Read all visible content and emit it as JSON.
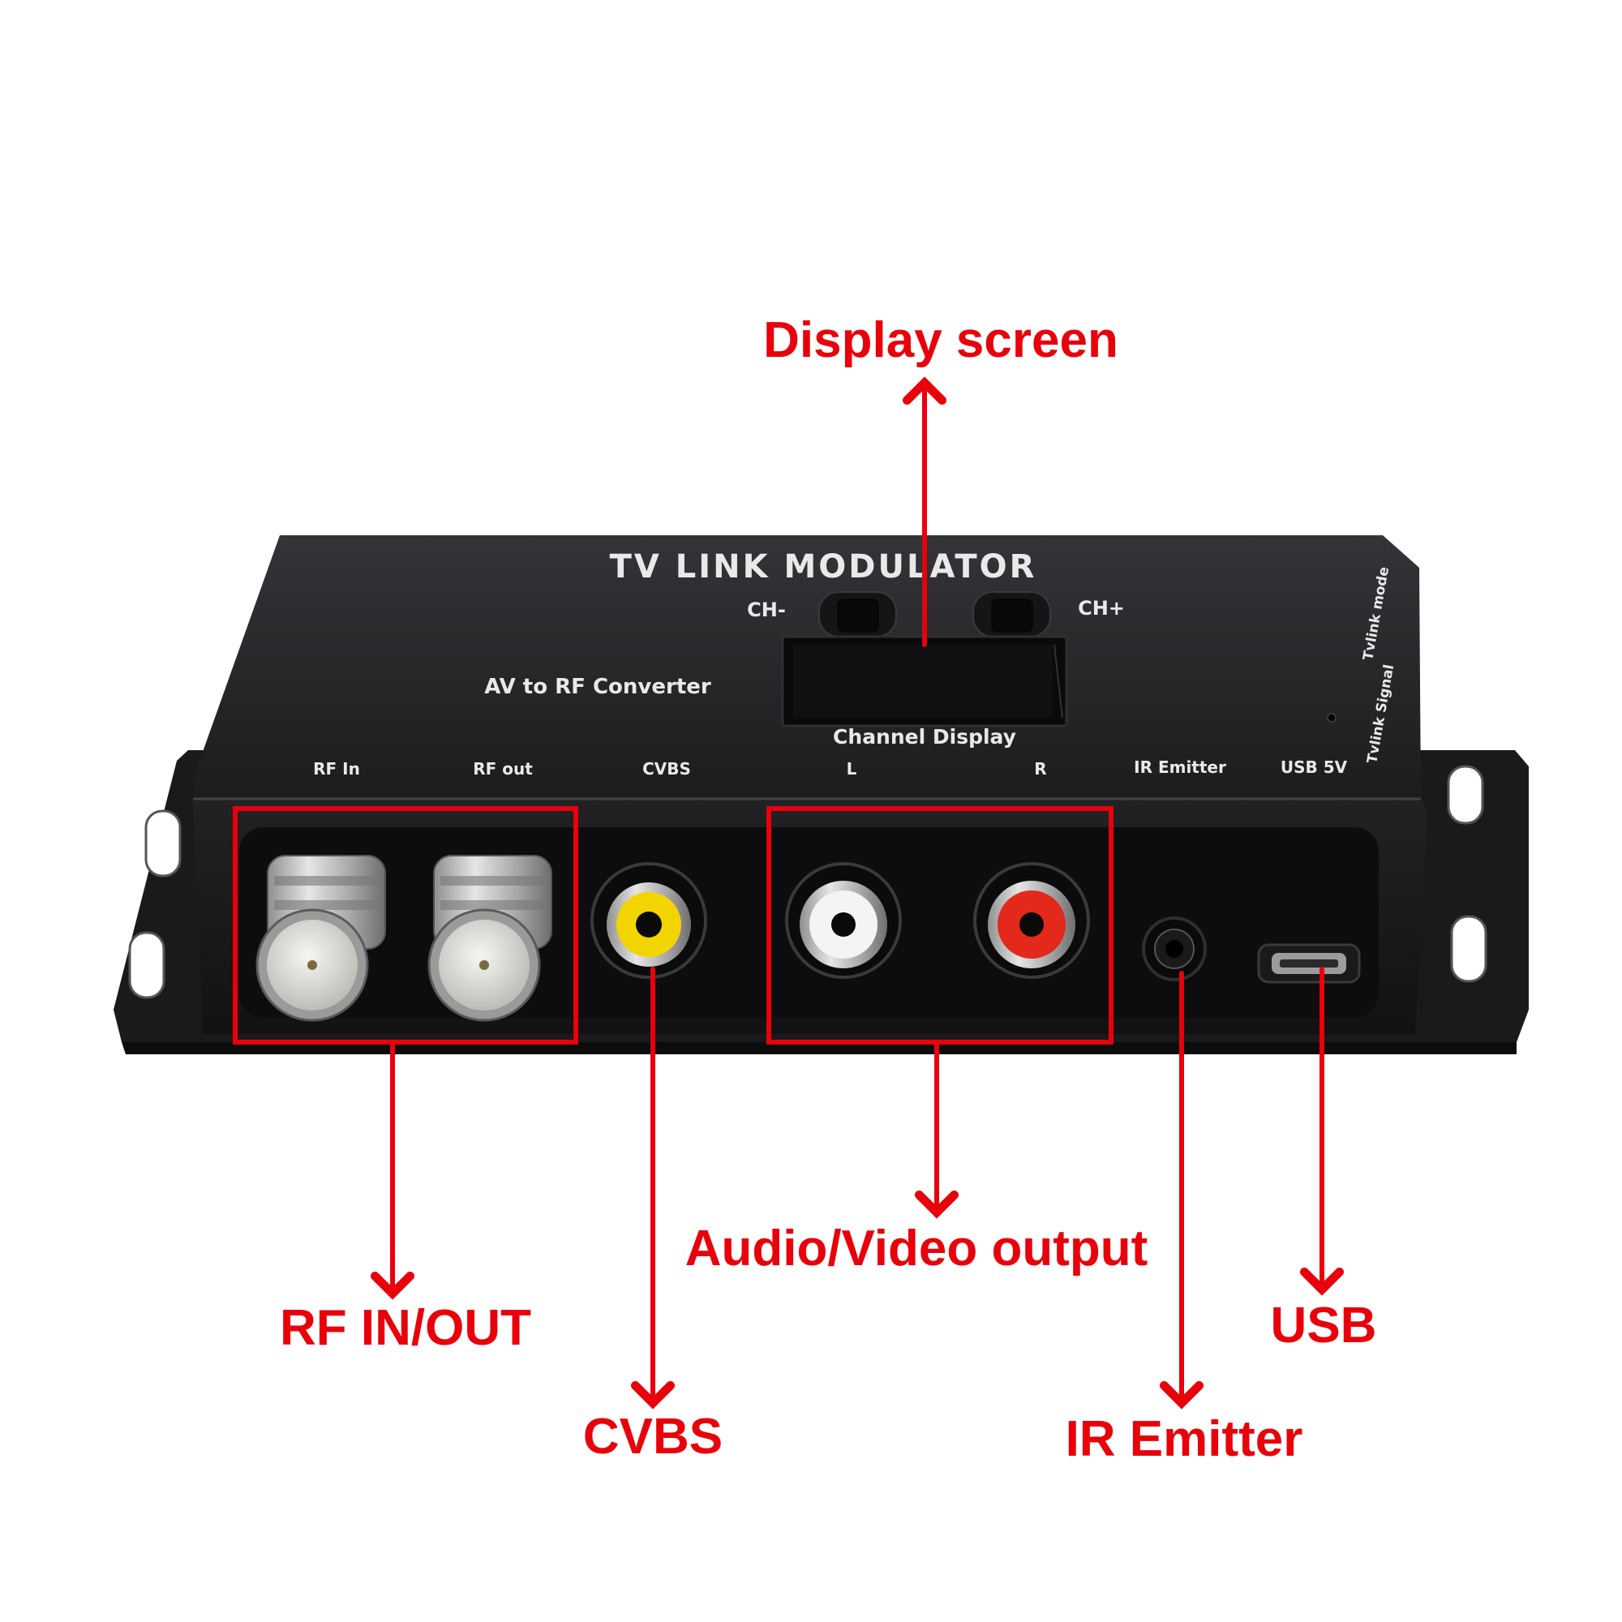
{
  "device": {
    "title": "TV LINK MODULATOR",
    "subtitle": "AV to RF Converter",
    "ch_minus": "CH-",
    "ch_plus": "CH+",
    "display_label": "Channel Display",
    "side_label_1": "Tvlink Signal",
    "side_label_2": "Tvlink mode",
    "ports": {
      "rf_in": "RF In",
      "rf_out": "RF out",
      "cvbs": "CVBS",
      "left": "L",
      "right": "R",
      "ir": "IR Emitter",
      "usb": "USB 5V"
    }
  },
  "callouts": {
    "display": "Display screen",
    "rf": "RF IN/OUT",
    "cvbs": "CVBS",
    "av": "Audio/Video output",
    "ir": "IR Emitter",
    "usb": "USB"
  },
  "colors": {
    "annotation": "#e8000b",
    "body": "#1e1e20",
    "body_top": "#2b2b2e",
    "label": "#e9e9e9",
    "rca_yellow": "#f2d500",
    "rca_white": "#f4f4f4",
    "rca_red": "#e3281c",
    "rf_metal": "#c9c9c9"
  }
}
